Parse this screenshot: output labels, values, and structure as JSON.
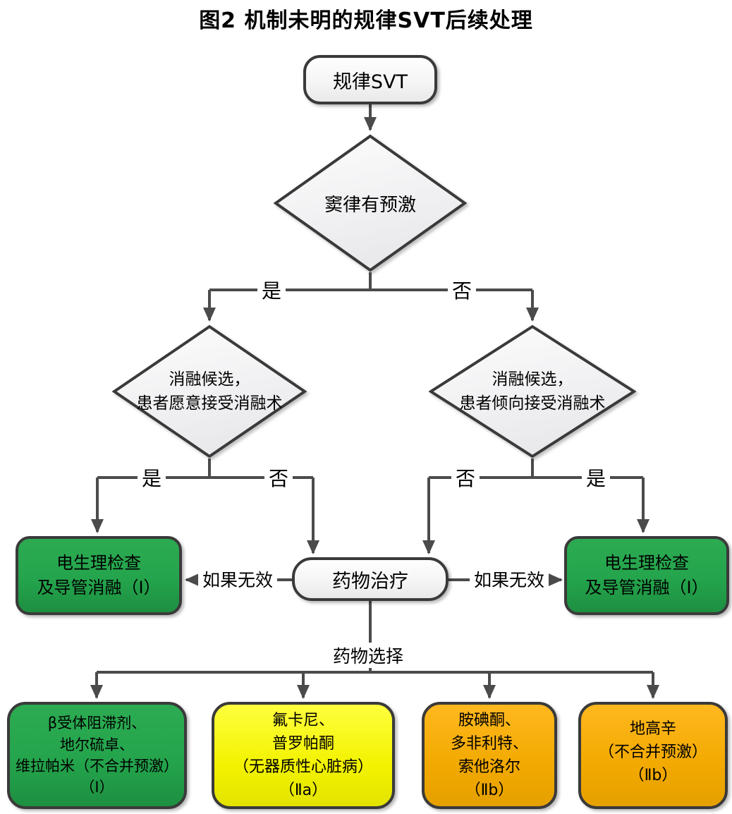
{
  "title": "图2 机制未明的规律SVT后续处理",
  "colors": {
    "green": "#24a44c",
    "yellow": "#f2f200",
    "orange": "#f2a900",
    "line": "#4b4b4b",
    "node_border": "#3a3a3a",
    "node_fill": "#f5f5f5"
  },
  "nodes": {
    "start": {
      "label": "规律SVT"
    },
    "d1": {
      "label": "窦律有预激"
    },
    "d2": {
      "lines": [
        "消融候选，",
        "患者愿意接受消融术"
      ]
    },
    "d3": {
      "lines": [
        "消融候选，",
        "患者倾向接受消融术"
      ]
    },
    "ep_left": {
      "lines": [
        "电生理检查",
        "及导管消融（Ⅰ）"
      ]
    },
    "drug": {
      "label": "药物治疗"
    },
    "ep_right": {
      "lines": [
        "电生理检查",
        "及导管消融（Ⅰ）"
      ]
    },
    "b1": {
      "lines": [
        "β受体阻滞剂、",
        "地尔硫卓、",
        "维拉帕米（不合并预激）",
        "（Ⅰ）"
      ]
    },
    "b2": {
      "lines": [
        "氟卡尼、",
        "普罗帕酮",
        "（无器质性心脏病）",
        "（Ⅱa）"
      ]
    },
    "b3": {
      "lines": [
        "胺碘酮、",
        "多非利特、",
        "索他洛尔",
        "（Ⅱb）"
      ]
    },
    "b4": {
      "lines": [
        "地高辛",
        "（不合并预激）",
        "（Ⅱb）"
      ]
    }
  },
  "edge_labels": {
    "d1_yes": "是",
    "d1_no": "否",
    "d2_yes": "是",
    "d2_no": "否",
    "d3_no": "否",
    "d3_yes": "是",
    "ineffective_left": "如果无效",
    "ineffective_right": "如果无效",
    "drug_choice": "药物选择"
  }
}
